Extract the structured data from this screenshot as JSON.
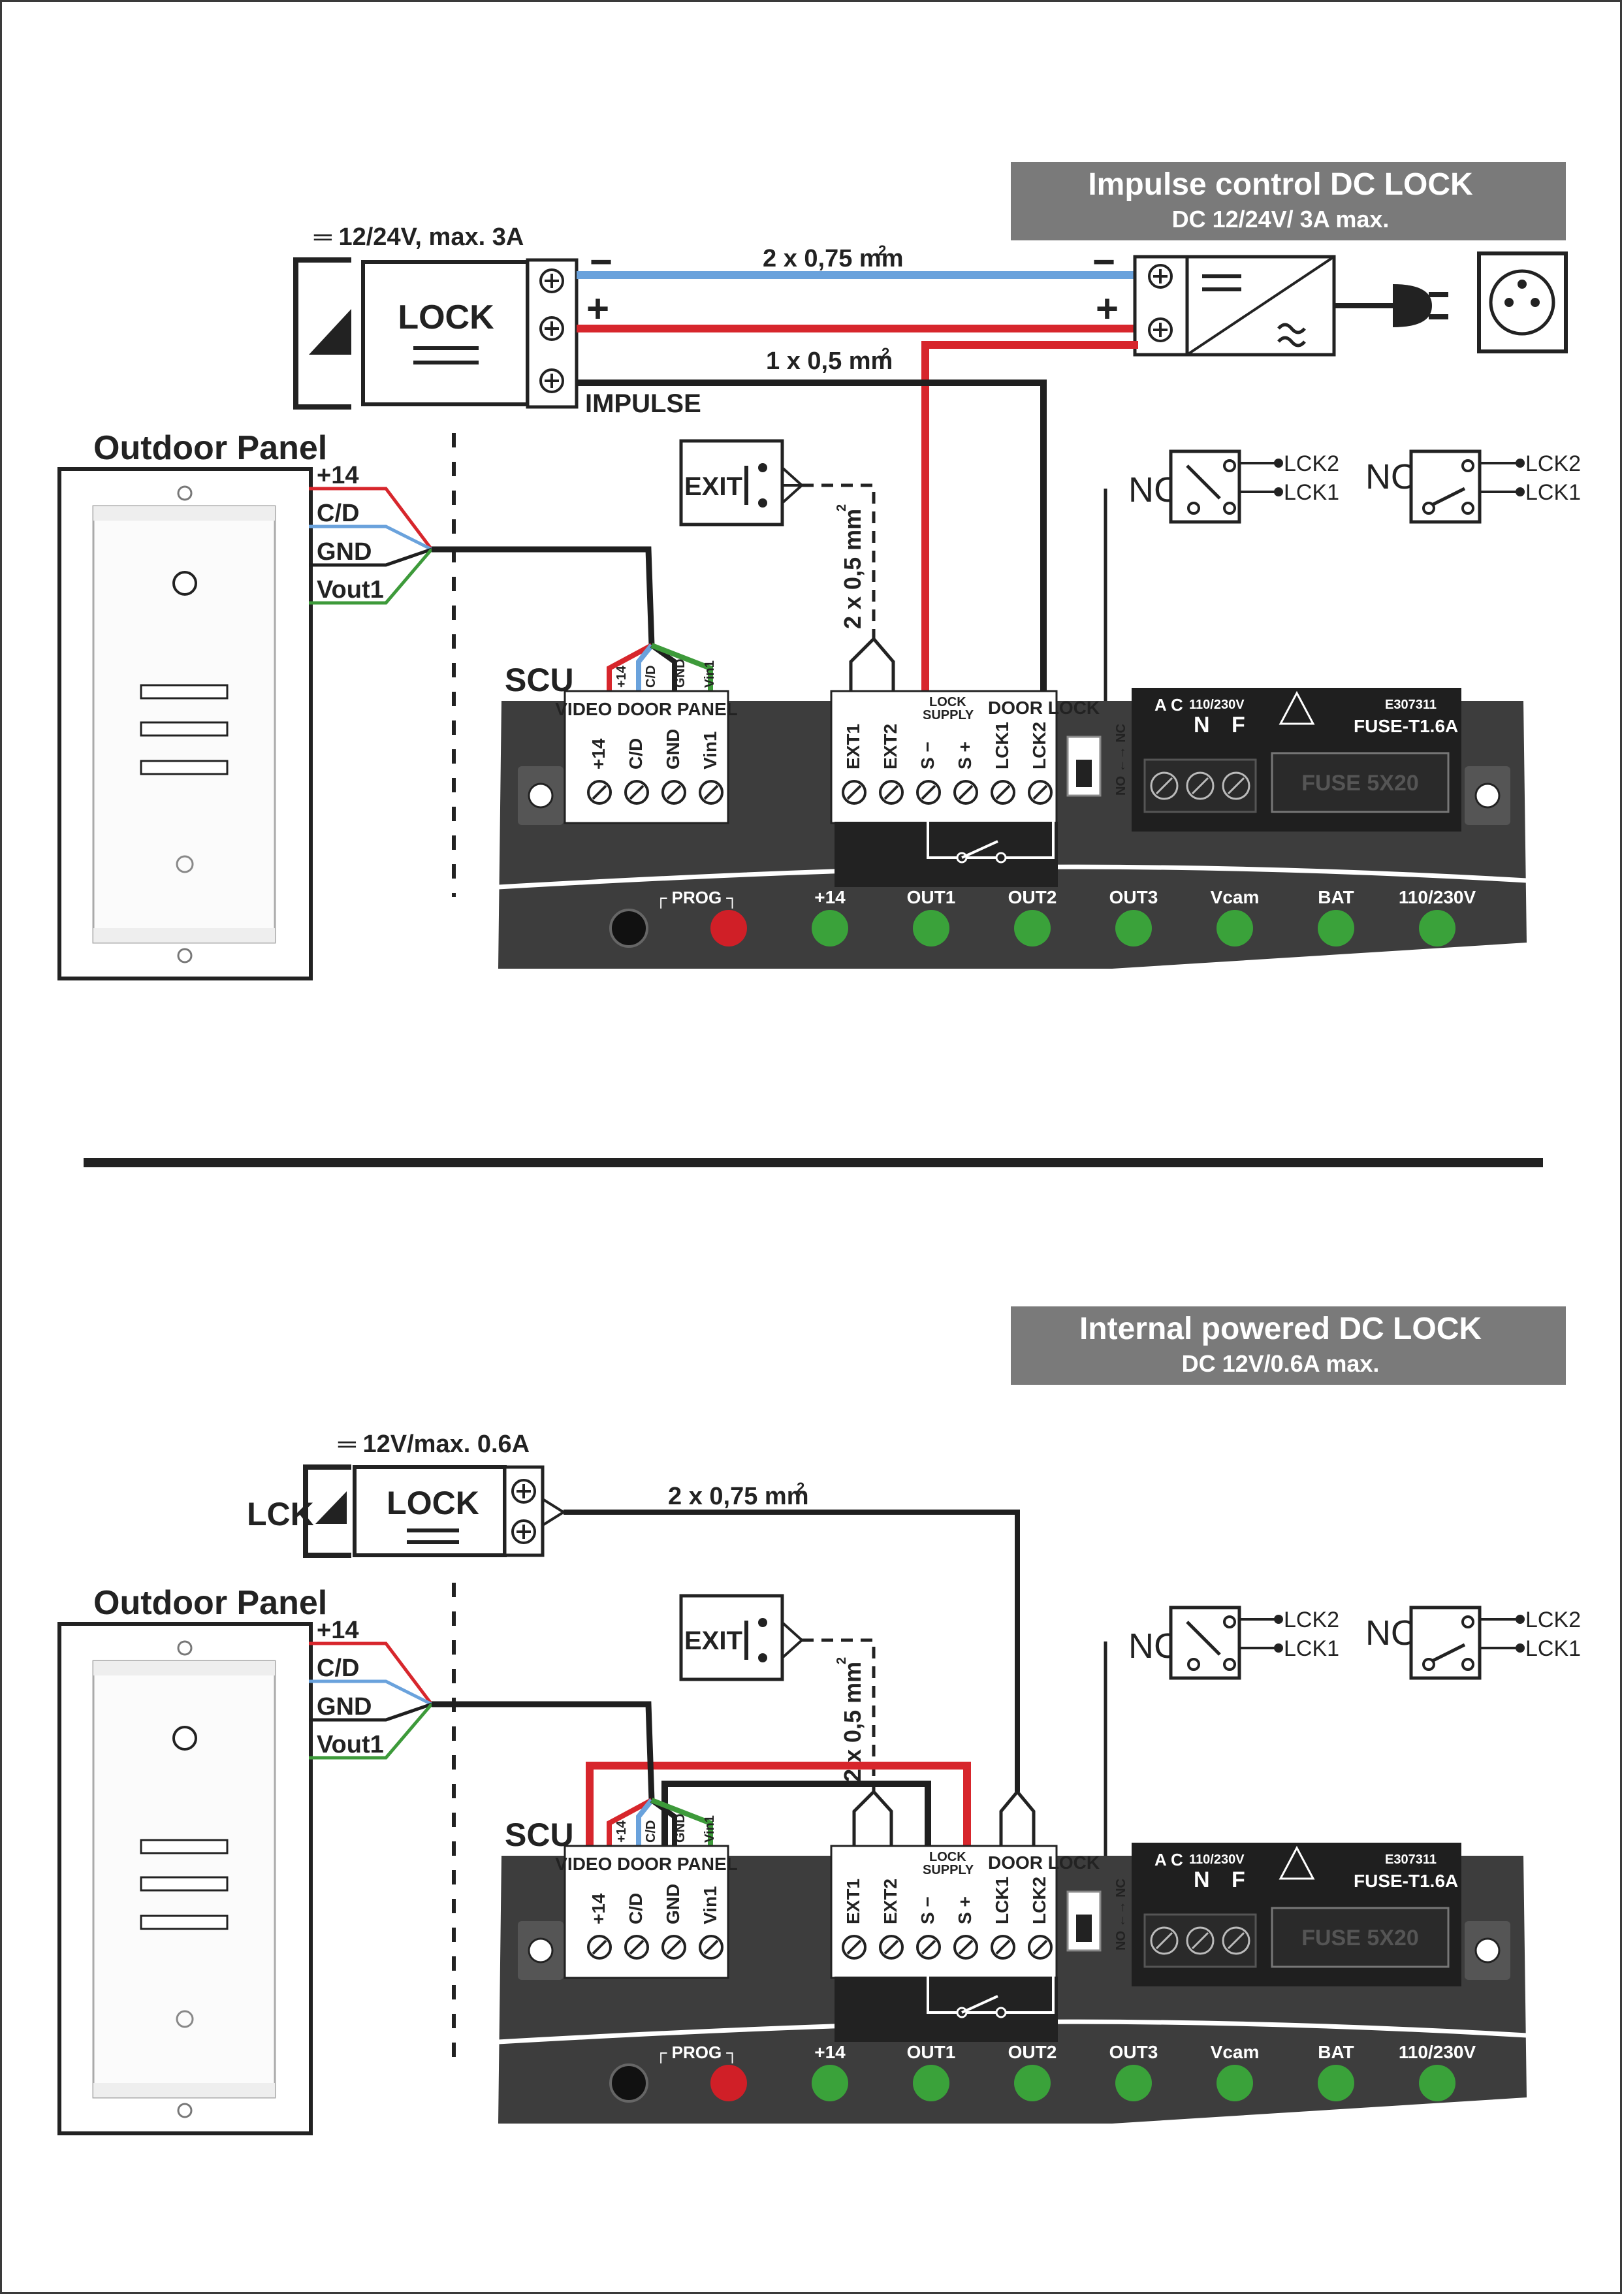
{
  "colors": {
    "red": "#d7262c",
    "blue": "#6aa2dc",
    "green": "#3d9a3a",
    "black": "#1f1f1f",
    "banner": "#7a7a7a",
    "led_green": "#3aa23a",
    "led_red": "#d01f27",
    "scu_body": "#3d3d3d"
  },
  "top": {
    "banner_title": "Impulse control  DC LOCK",
    "banner_sub": "DC 12/24V/ 3A max.",
    "lock_rating": "═ 12/24V, max. 3A",
    "lock_label": "LOCK",
    "impulse_label": "IMPULSE",
    "cable_a": "2 x 0,75 mm",
    "cable_b": "1 x 0,5 mm",
    "cable_exit": "2 x 0,5 mm",
    "sup": "2",
    "minus": "−",
    "plus": "+"
  },
  "bottom": {
    "banner_title": "Internal powered DC LOCK",
    "banner_sub": "DC 12V/0.6A max.",
    "lock_rating": "═ 12V/max. 0.6A",
    "lock_label": "LOCK",
    "lck_label": "LCK",
    "cable_a": "2 x 0,75 mm",
    "cable_exit": "2 x 0,5 mm",
    "sup": "2"
  },
  "panel": {
    "title": "Outdoor Panel",
    "wires": [
      "+14",
      "C/D",
      "GND",
      "Vout1"
    ]
  },
  "scu": {
    "label": "SCU",
    "vdp_title": "VIDEO DOOR PANEL",
    "vdp_terminals": [
      "+14",
      "C/D",
      "GND",
      "Vin1"
    ],
    "ext_terminals": [
      "EXT1",
      "EXT2"
    ],
    "lock_supply": [
      "LOCK",
      "SUPPLY"
    ],
    "supply_terminals": [
      "S −",
      "S +"
    ],
    "door_lock": "DOOR LOCK",
    "lock_terminals": [
      "LCK1",
      "LCK2"
    ],
    "switch_label": "NO ←→ NC",
    "ac_label": "A C",
    "mains_label": "110/230V",
    "n_label": "N",
    "f_label": "F",
    "cert": "E307311",
    "fuse_rating": "FUSE-T1.6A",
    "fuse_box": "FUSE 5X20",
    "prog": "PROG",
    "leds": [
      "+14",
      "OUT1",
      "OUT2",
      "OUT3",
      "Vcam",
      "BAT",
      "110/230V"
    ]
  },
  "exit_label": "EXIT",
  "relay_nc": "NC",
  "relay_no": "NO",
  "relay_contacts": [
    "LCK2",
    "LCK1"
  ]
}
